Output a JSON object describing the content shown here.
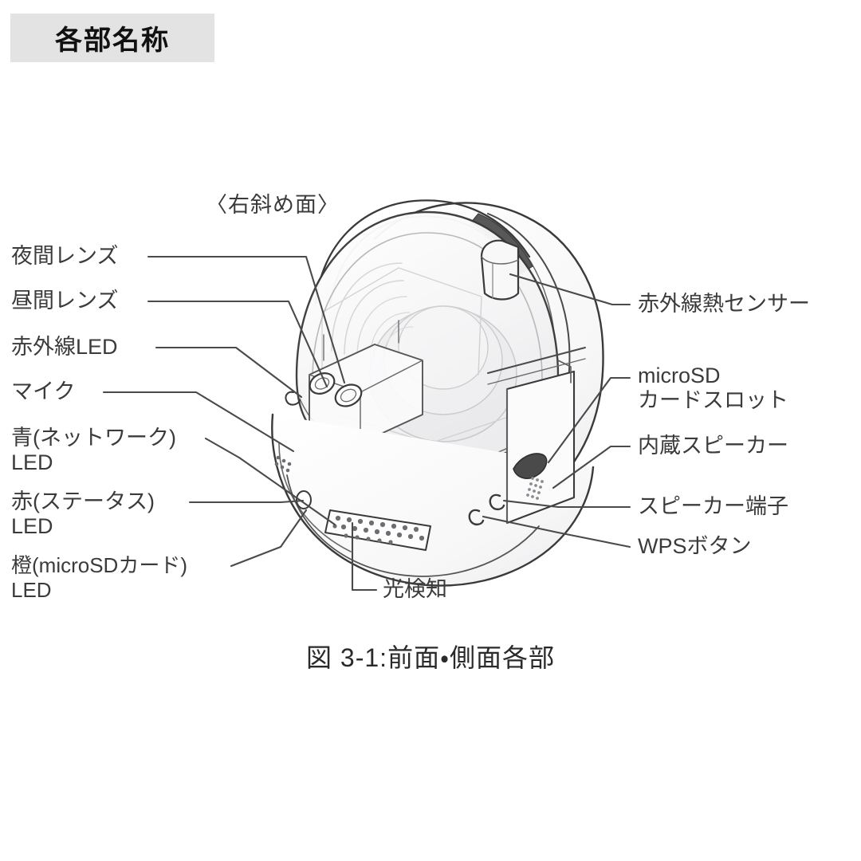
{
  "header": {
    "title": "各部名称"
  },
  "figure": {
    "view_note": "〈右斜め面〉",
    "caption": "図 3-1:前面・側面各部",
    "subject": "network-dome-camera"
  },
  "labels_left": [
    {
      "id": "night-lens",
      "text": "夜間レンズ",
      "text2": ""
    },
    {
      "id": "day-lens",
      "text": "昼間レンズ",
      "text2": ""
    },
    {
      "id": "ir-led",
      "text": "赤外線LED",
      "text2": ""
    },
    {
      "id": "microphone",
      "text": "マイク",
      "text2": ""
    },
    {
      "id": "blue-led",
      "text": "青(ネットワーク)",
      "text2": "LED"
    },
    {
      "id": "red-led",
      "text": "赤(ステータス)",
      "text2": "LED"
    },
    {
      "id": "orange-led",
      "text": "橙(microSDカード)",
      "text2": "LED"
    }
  ],
  "labels_right": [
    {
      "id": "ir-heat-sensor",
      "text": "赤外線熱センサー",
      "text2": ""
    },
    {
      "id": "microsd-slot",
      "text": "microSD",
      "text2": "カードスロット"
    },
    {
      "id": "builtin-speaker",
      "text": "内蔵スピーカー",
      "text2": ""
    },
    {
      "id": "speaker-jack",
      "text": "スピーカー端子",
      "text2": ""
    },
    {
      "id": "wps-button",
      "text": "WPSボタン",
      "text2": ""
    }
  ],
  "labels_bottom": [
    {
      "id": "light-detect",
      "text": "光検知",
      "text2": ""
    }
  ],
  "colors": {
    "page_background": "#ffffff",
    "header_band": "#e3e3e3",
    "header_text": "#111111",
    "label_text": "#3b3b3b",
    "caption_text": "#2a2a2a",
    "line_art": "#3a3a3a",
    "leader_line": "#4a4a4a",
    "glass_tint": "#f2f2f3",
    "shadow_tint": "#d9d9db"
  }
}
